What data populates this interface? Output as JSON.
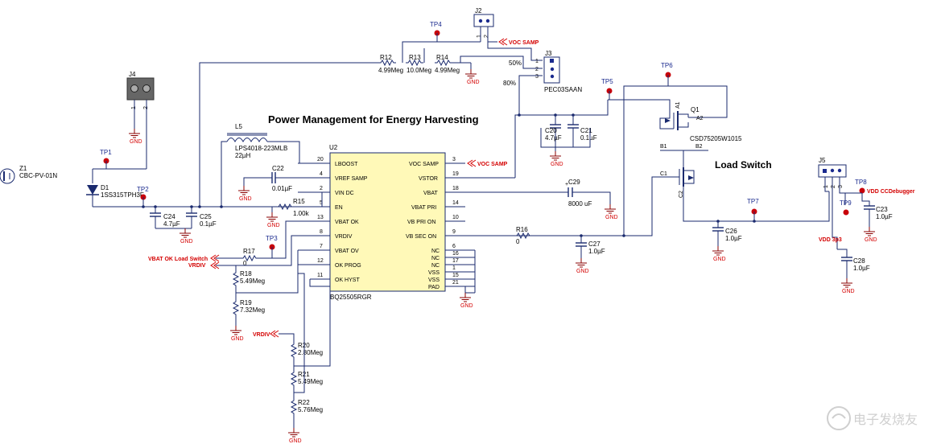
{
  "title": "Power Management for Energy Harvesting",
  "load_switch_title": "Load Switch",
  "ic": {
    "ref": "U2",
    "part": "BQ25505RGR",
    "left_pins": [
      {
        "num": "20",
        "name": "LBOOST"
      },
      {
        "num": "4",
        "name": "VREF SAMP"
      },
      {
        "num": "2",
        "name": "VIN DC"
      },
      {
        "num": "5",
        "name": "EN"
      },
      {
        "num": "13",
        "name": "VBAT OK"
      },
      {
        "num": "8",
        "name": "VRDIV"
      },
      {
        "num": "7",
        "name": "VBAT OV"
      },
      {
        "num": "12",
        "name": "OK PROG"
      },
      {
        "num": "11",
        "name": "OK HYST"
      }
    ],
    "right_pins": [
      {
        "num": "3",
        "name": "VOC SAMP"
      },
      {
        "num": "19",
        "name": "VSTOR"
      },
      {
        "num": "18",
        "name": "VBAT"
      },
      {
        "num": "14",
        "name": "VBAT PRI"
      },
      {
        "num": "10",
        "name": "VB PRI ON"
      },
      {
        "num": "9",
        "name": "VB SEC ON"
      },
      {
        "num": "6",
        "name": "NC"
      },
      {
        "num": "16",
        "name": "NC"
      },
      {
        "num": "17",
        "name": "NC"
      },
      {
        "num": "1",
        "name": "VSS"
      },
      {
        "num": "15",
        "name": "VSS"
      },
      {
        "num": "21",
        "name": "PAD"
      }
    ]
  },
  "components": {
    "z1": {
      "ref": "Z1",
      "value": "CBC-PV-01N"
    },
    "j4": {
      "ref": "J4",
      "pin1": "1",
      "pin2": "2"
    },
    "tp1": "TP1",
    "d1": {
      "ref": "D1",
      "value": "1SS315TPH3F"
    },
    "tp2": "TP2",
    "l5": {
      "ref": "L5",
      "value": "LPS4018-223MLB",
      "value2": "22µH"
    },
    "c24": {
      "ref": "C24",
      "value": "4.7µF"
    },
    "c25": {
      "ref": "C25",
      "value": "0.1µF"
    },
    "c22": {
      "ref": "C22",
      "value": "0.01µF"
    },
    "r15": {
      "ref": "R15",
      "value": "1.00k"
    },
    "r17": {
      "ref": "R17",
      "value": "0"
    },
    "tp3": "TP3",
    "r18": {
      "ref": "R18",
      "value": "5.49Meg"
    },
    "r19": {
      "ref": "R19",
      "value": "7.32Meg"
    },
    "r20": {
      "ref": "R20",
      "value": "2.80Meg"
    },
    "r21": {
      "ref": "R21",
      "value": "5.49Meg"
    },
    "r22": {
      "ref": "R22",
      "value": "5.76Meg"
    },
    "tp4": "TP4",
    "j2": {
      "ref": "J2",
      "pin1": "1",
      "pin2": "2"
    },
    "r12": {
      "ref": "R12",
      "value": "4.99Meg"
    },
    "r13": {
      "ref": "R13",
      "value": "10.0Meg"
    },
    "r14": {
      "ref": "R14",
      "value": "4.99Meg"
    },
    "j3": {
      "ref": "J3",
      "part": "PEC03SAAN",
      "pin1": "1",
      "pin2": "2",
      "pin3": "3"
    },
    "pct50": "50%",
    "pct80": "80%",
    "c20": {
      "ref": "C20",
      "value": "4.7µF"
    },
    "c21": {
      "ref": "C21",
      "value": "0.1µF"
    },
    "c29": {
      "ref": "C29",
      "value": "8000 uF"
    },
    "r16": {
      "ref": "R16",
      "value": "0"
    },
    "c27": {
      "ref": "C27",
      "value": "1.0µF"
    },
    "tp5": "TP5",
    "tp6": "TP6",
    "q1": {
      "ref": "Q1",
      "part": "CSD75205W1015",
      "a1": "A1",
      "a2": "A2",
      "b1": "B1",
      "b2": "B2",
      "c1": "C1",
      "c2": "C2"
    },
    "tp7": "TP7",
    "c26": {
      "ref": "C26",
      "value": "1.0µF"
    },
    "j5": {
      "ref": "J5",
      "pin1": "1",
      "pin2": "2",
      "pin3": "3"
    },
    "tp8": "TP8",
    "tp9": "TP9",
    "c23": {
      "ref": "C23",
      "value": "1.0µF"
    },
    "c28": {
      "ref": "C28",
      "value": "1.0µF"
    }
  },
  "nets": {
    "gnd": "GND",
    "voc_samp": "VOC SAMP",
    "vbat_ok_load": "VBAT OK Load Switch",
    "vrdiv": "VRDIV",
    "vdd_cc": "VDD CCDebugger",
    "vdd_3p3": "VDD 3p3"
  },
  "watermark": "电子发烧友"
}
